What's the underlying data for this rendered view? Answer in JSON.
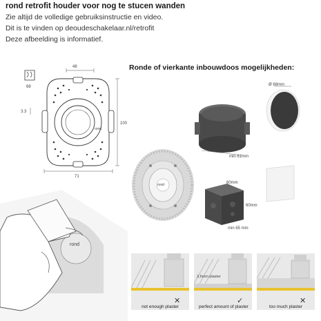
{
  "header": {
    "title": "rond retrofit houder voor nog te stucen wanden",
    "lines": [
      "Zie altijd de volledige gebruiksinstructie en video.",
      "Dit is te vinden op deoudeschakelaar.nl/retrofit",
      "Deze afbeelding is informatief."
    ]
  },
  "drawing": {
    "dim_top": "48",
    "dim_right": "100",
    "dim_bottom": "71",
    "dim_left": "3.3",
    "dim_icon": "68",
    "brand": "rond"
  },
  "options": {
    "heading": "Ronde of vierkante inbouwdoos mogelijkheden:",
    "round_box": {
      "diameter": "Ø 68mm",
      "depth": "min 61mm"
    },
    "square_box": {
      "width": "60mm",
      "height": "60mm",
      "depth": "min 65 mm"
    }
  },
  "plaster": {
    "panels": [
      {
        "label": "not enough plaster",
        "mark": "✕"
      },
      {
        "label": "3,6mm plaster",
        "caption": "perfect amount of plaster",
        "mark": "✓"
      },
      {
        "label": "too much plaster",
        "mark": "✕"
      }
    ]
  },
  "colors": {
    "accent_yellow": "#e9c22e",
    "panel_bg": "#e9e9e9",
    "box_dark": "#4a4a4a"
  }
}
